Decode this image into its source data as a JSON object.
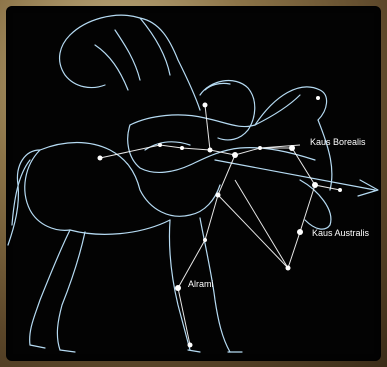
{
  "stars": {
    "kaus_borealis": "Kaus Borealis",
    "kaus_australis": "Kaus Australis",
    "alrami": "Alrami"
  },
  "colors": {
    "outline": "#bfe6ff",
    "constellation": "#ffffff",
    "sky": "#030303",
    "frame": "#8c7448"
  }
}
